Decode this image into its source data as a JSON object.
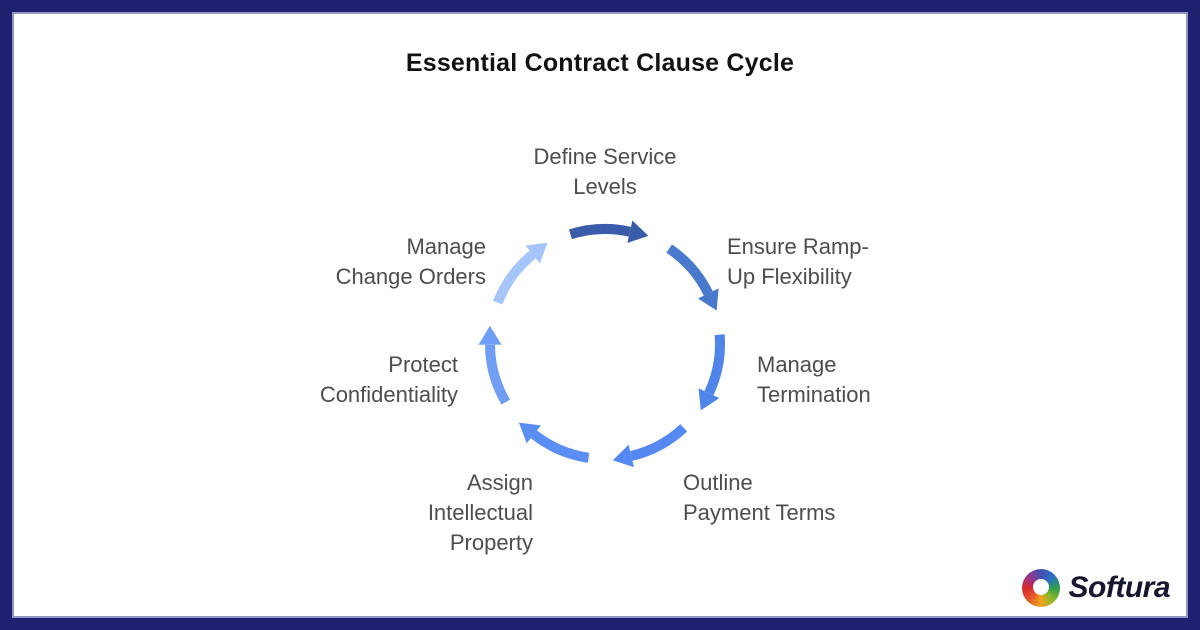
{
  "frame": {
    "border_color": "#1f2170",
    "inner_line_color": "#9097c5",
    "background": "#ffffff"
  },
  "title": "Essential Contract Clause Cycle",
  "title_color": "#121212",
  "cycle": {
    "type": "circular-cycle",
    "direction": "clockwise",
    "label_color": "#4d4d4d",
    "steps": [
      {
        "label": "Define Service\nLevels",
        "arrow_color": "#3b5ca8"
      },
      {
        "label": "Ensure Ramp-\nUp Flexibility",
        "arrow_color": "#4979cc"
      },
      {
        "label": "Manage\nTermination",
        "arrow_color": "#4f84e9"
      },
      {
        "label": "Outline\nPayment Terms",
        "arrow_color": "#5589f1"
      },
      {
        "label": "Assign\nIntellectual\nProperty",
        "arrow_color": "#5b8ef2"
      },
      {
        "label": "Protect\nConfidentiality",
        "arrow_color": "#719ef5"
      },
      {
        "label": "Manage\nChange Orders",
        "arrow_color": "#a6c6fb"
      }
    ]
  },
  "logo": {
    "text": "Softura",
    "text_color": "#16162e"
  }
}
